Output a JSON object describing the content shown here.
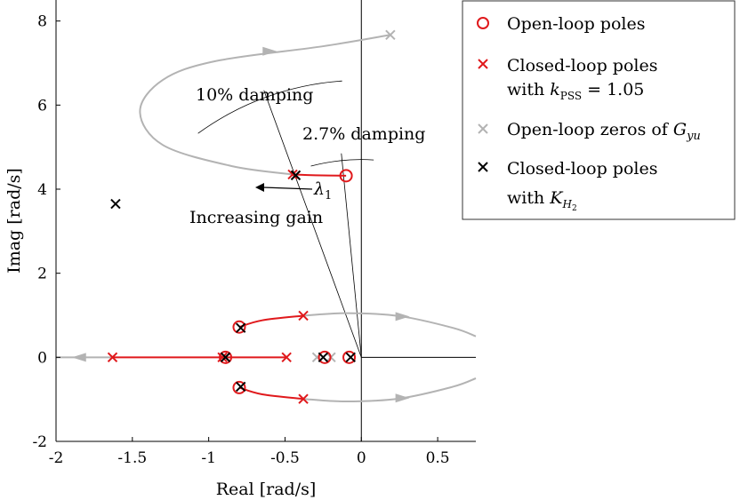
{
  "chart_data": {
    "type": "scatter",
    "title": "",
    "xlabel": "Real [rad/s]",
    "ylabel": "Imag [rad/s]",
    "xlim": [
      -2,
      0.75
    ],
    "ylim": [
      -2,
      8.5
    ],
    "grid": false,
    "legend_position": "top-right",
    "x_ticks": [
      "-2",
      "-1.5",
      "-1",
      "-0.5",
      "0",
      "0.5"
    ],
    "y_ticks": [
      "-2",
      "0",
      "2",
      "4",
      "6",
      "8"
    ],
    "colors": {
      "red": "#e0191c",
      "gray": "#b3b3b3",
      "black": "#000000"
    },
    "legend": [
      {
        "text": "Open-loop poles",
        "text_line2": "",
        "marker": "circle",
        "color": "#e0191c"
      },
      {
        "text": "Closed-loop poles",
        "text_line2_prefix": "with ",
        "text_line2_math": "k",
        "text_line2_sub": "PSS",
        "text_line2_suffix": " = 1.05",
        "marker": "x",
        "color": "#e0191c"
      },
      {
        "text": "Open-loop zeros of ",
        "text_math": "G",
        "text_sub": "yu",
        "marker": "x",
        "color": "#b3b3b3"
      },
      {
        "text": "Closed-loop poles",
        "text_line2_prefix": "with ",
        "text_line2_math": "K",
        "text_line2_sub": "H",
        "text_line2_subsub": "2",
        "marker": "x",
        "color": "#000000"
      }
    ],
    "open_loop_poles": [
      {
        "x": -0.1,
        "y": 4.32
      },
      {
        "x": -0.8,
        "y": 0.72
      },
      {
        "x": -0.8,
        "y": -0.72
      },
      {
        "x": -0.89,
        "y": 0
      },
      {
        "x": -0.24,
        "y": 0
      },
      {
        "x": -0.08,
        "y": 0
      }
    ],
    "closed_loop_poles_kpss": [
      {
        "x": -0.45,
        "y": 4.35
      },
      {
        "x": -0.38,
        "y": 0.99
      },
      {
        "x": -0.38,
        "y": -0.99
      },
      {
        "x": -1.63,
        "y": 0
      },
      {
        "x": -0.49,
        "y": 0
      },
      {
        "x": -0.91,
        "y": 0
      }
    ],
    "open_loop_zeros_Gyu": [
      {
        "x": 0.19,
        "y": 7.67
      },
      {
        "x": -0.29,
        "y": 0
      },
      {
        "x": -0.2,
        "y": 0
      }
    ],
    "closed_loop_poles_KH2": [
      {
        "x": -1.61,
        "y": 3.65
      },
      {
        "x": -0.43,
        "y": 4.33
      },
      {
        "x": -0.79,
        "y": 0.7
      },
      {
        "x": -0.79,
        "y": -0.7
      },
      {
        "x": -0.89,
        "y": 0
      },
      {
        "x": -0.25,
        "y": 0
      },
      {
        "x": -0.07,
        "y": 0
      }
    ],
    "locus_red": [
      [
        {
          "x": -0.1,
          "y": 4.32
        },
        {
          "x": -0.3,
          "y": 4.33
        },
        {
          "x": -0.45,
          "y": 4.35
        }
      ],
      [
        {
          "x": -0.8,
          "y": 0.72
        },
        {
          "x": -0.65,
          "y": 0.88
        },
        {
          "x": -0.38,
          "y": 0.99
        }
      ],
      [
        {
          "x": -0.8,
          "y": -0.72
        },
        {
          "x": -0.65,
          "y": -0.88
        },
        {
          "x": -0.38,
          "y": -0.99
        }
      ],
      [
        {
          "x": -1.63,
          "y": 0
        },
        {
          "x": -0.49,
          "y": 0
        }
      ]
    ],
    "locus_gray": [
      [
        {
          "x": -0.45,
          "y": 4.35
        },
        {
          "x": -0.85,
          "y": 4.55
        },
        {
          "x": -1.3,
          "y": 5.05
        },
        {
          "x": -1.45,
          "y": 5.85
        },
        {
          "x": -1.3,
          "y": 6.6
        },
        {
          "x": -0.95,
          "y": 7.05
        },
        {
          "x": -0.25,
          "y": 7.4
        },
        {
          "x": 0.19,
          "y": 7.67
        }
      ],
      [
        {
          "x": -0.38,
          "y": 0.99
        },
        {
          "x": -0.1,
          "y": 1.05
        },
        {
          "x": 0.25,
          "y": 0.98
        },
        {
          "x": 0.6,
          "y": 0.7
        },
        {
          "x": 0.75,
          "y": 0.5
        }
      ],
      [
        {
          "x": -0.38,
          "y": -0.99
        },
        {
          "x": -0.1,
          "y": -1.05
        },
        {
          "x": 0.25,
          "y": -0.98
        },
        {
          "x": 0.6,
          "y": -0.7
        },
        {
          "x": 0.75,
          "y": -0.5
        }
      ],
      [
        {
          "x": -1.63,
          "y": 0
        },
        {
          "x": -2.0,
          "y": 0
        }
      ]
    ],
    "locus_gray_arrows": [
      {
        "x": -0.6,
        "y": 7.28,
        "dir": 1
      },
      {
        "x": 0.27,
        "y": 0.97,
        "dir": 1
      },
      {
        "x": 0.27,
        "y": -0.97,
        "dir": 1
      },
      {
        "x": -1.85,
        "y": 0,
        "dir": -1
      }
    ],
    "damping_lines": [
      {
        "label": "10% damping",
        "zeta": 0.1
      },
      {
        "label": "2.7% damping",
        "zeta": 0.027
      }
    ],
    "annotations": {
      "damping10": "10% damping",
      "damping27": "2.7% damping",
      "lambda": "λ",
      "lambda_sub": "1",
      "increasing_gain": "Increasing gain"
    }
  }
}
